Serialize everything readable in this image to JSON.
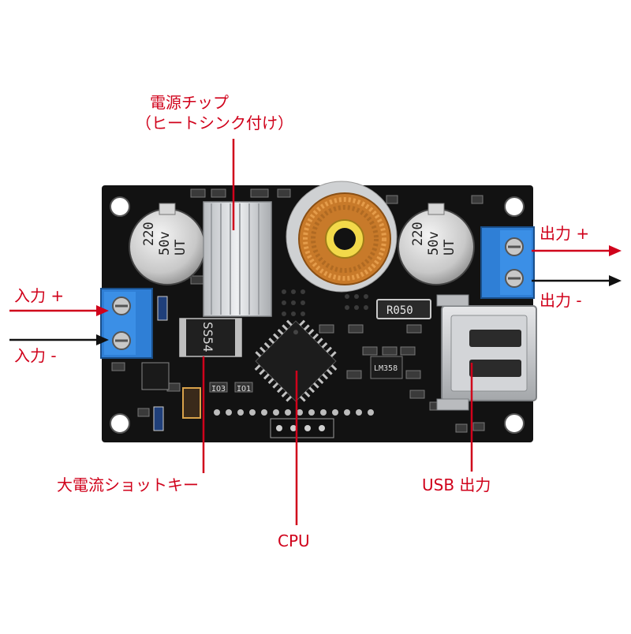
{
  "labels": {
    "power_chip_line1": "電源チップ",
    "power_chip_line2": "（ヒートシンク付け）",
    "input_plus": "入力 +",
    "input_minus": "入力 -",
    "output_plus": "出力 +",
    "output_minus": "出力 -",
    "schottky": "大電流ショットキー",
    "cpu": "CPU",
    "usb_output": "USB 出力"
  },
  "board_markings": {
    "cap_left_l1": "220",
    "cap_left_l2": "50v",
    "cap_left_l3": "UT",
    "cap_right_l1": "220",
    "cap_right_l2": "50v",
    "cap_right_l3": "UT",
    "diode": "SS54",
    "resistor": "R050",
    "opamp": "LM358",
    "io1": "IO3",
    "io2": "IO1"
  },
  "colors": {
    "annotation": "#d0021b",
    "pcb": "#121212",
    "terminal": "#2f7fd6",
    "coil": "#c87a2a"
  }
}
